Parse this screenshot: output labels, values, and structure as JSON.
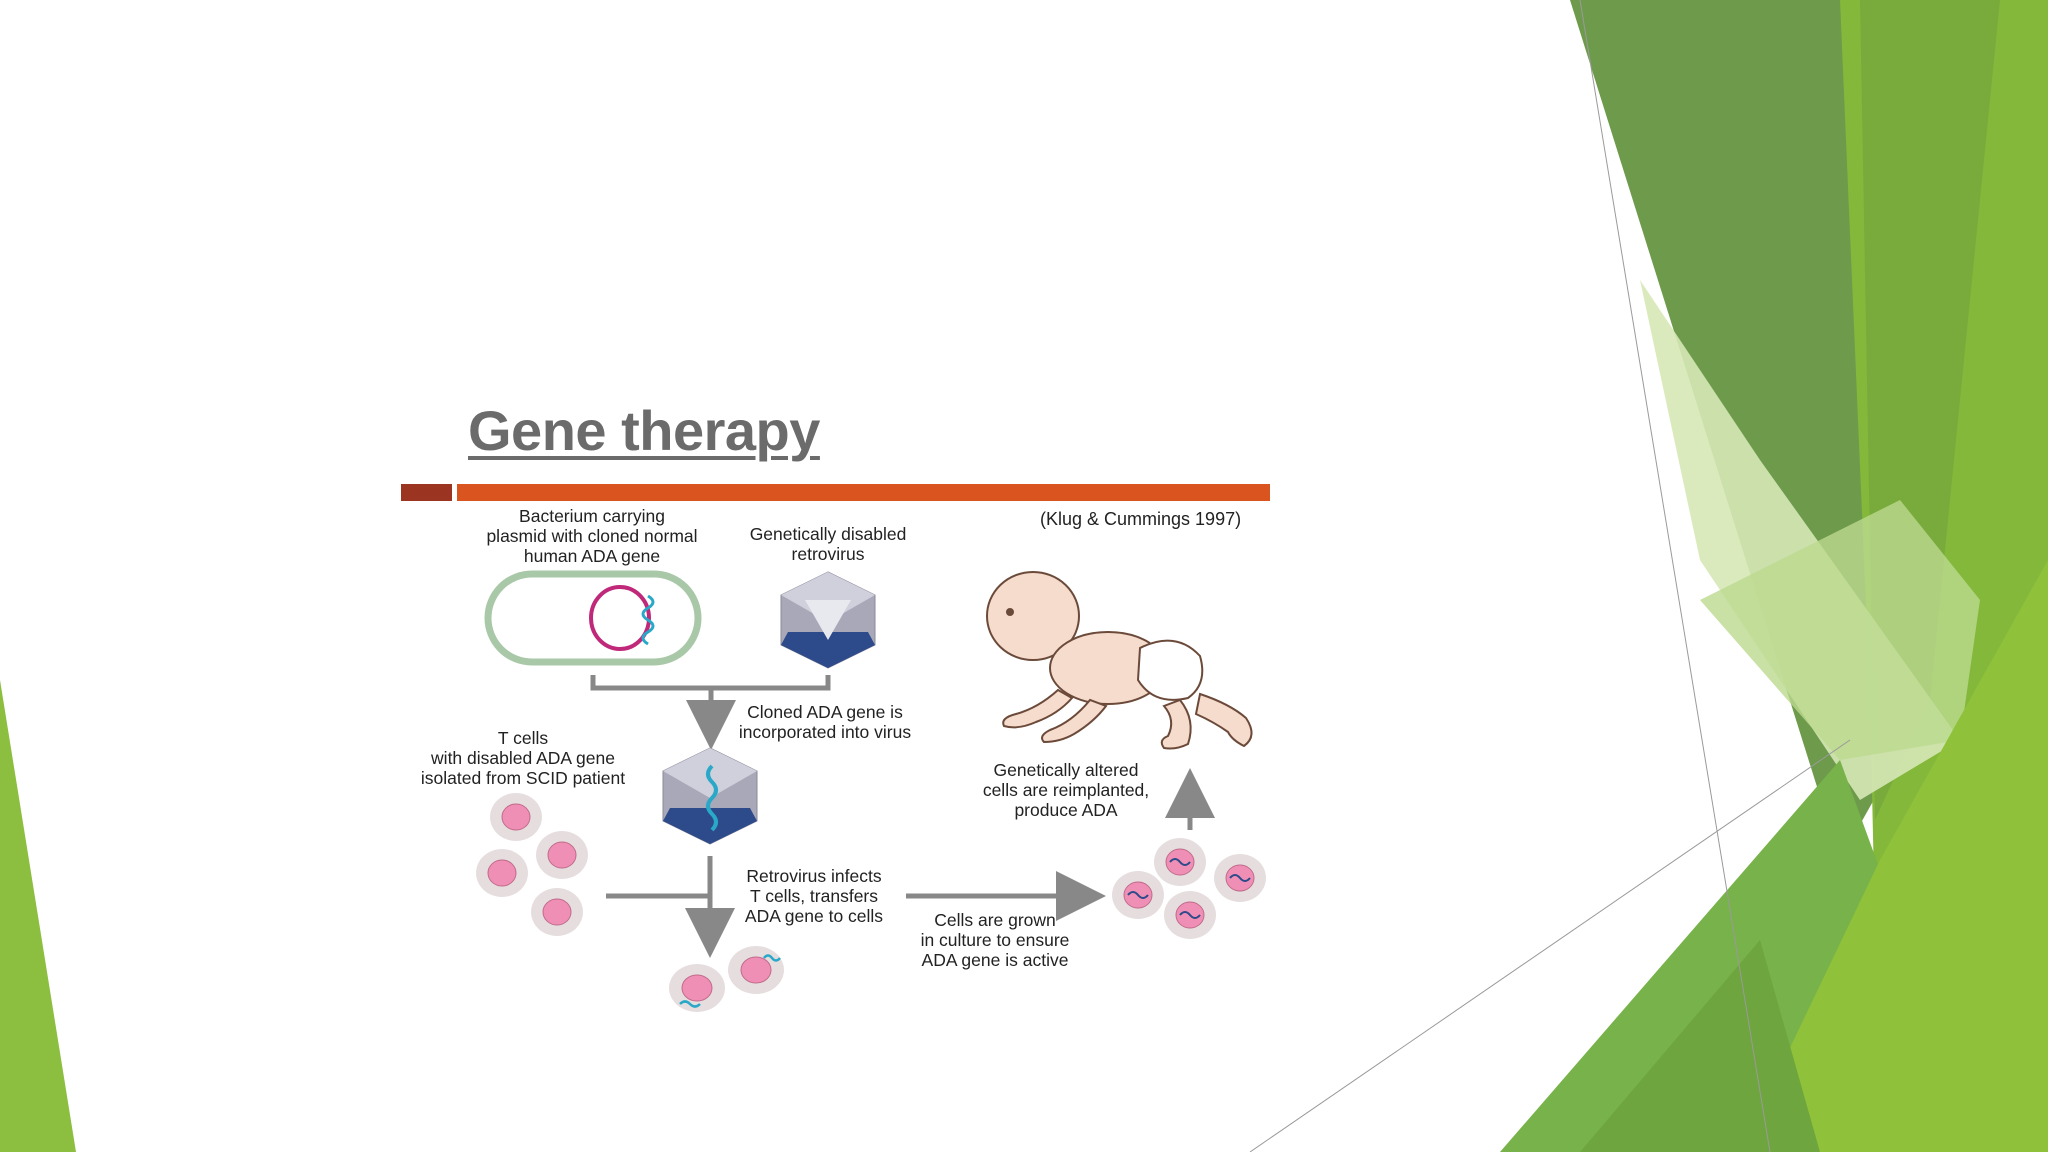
{
  "slide": {
    "title": "Gene therapy",
    "citation": "(Klug & Cummings 1997)"
  },
  "diagram": {
    "bacterium_label": [
      "Bacterium carrying",
      "plasmid with cloned normal",
      "human ADA gene"
    ],
    "retrovirus_label": [
      "Genetically disabled",
      "retrovirus"
    ],
    "incorporated_label": [
      "Cloned ADA gene is",
      "incorporated into virus"
    ],
    "tcells_label": [
      "T cells",
      "with disabled ADA gene",
      "isolated from SCID patient"
    ],
    "infects_label": [
      "Retrovirus infects",
      "T cells, transfers",
      "ADA gene to cells"
    ],
    "culture_label": [
      "Cells are grown",
      "in culture to ensure",
      "ADA gene is active"
    ],
    "reimplanted_label": [
      "Genetically altered",
      "cells are reimplanted,",
      "produce ADA"
    ]
  },
  "colors": {
    "green_dark": "#6a9a4a",
    "green_mid": "#7ab648",
    "green_light": "#9bc83a",
    "green_pale": "#c8e0a0",
    "title_gray": "#6b6b6b",
    "bar_dark": "#9b3522",
    "bar_orange": "#d9541e",
    "cell_fill": "#f08fb5",
    "cell_halo": "#e6dede",
    "gene_blue": "#2aa8c8",
    "virus_blue": "#2d4a8a",
    "arrow_gray": "#888888"
  }
}
